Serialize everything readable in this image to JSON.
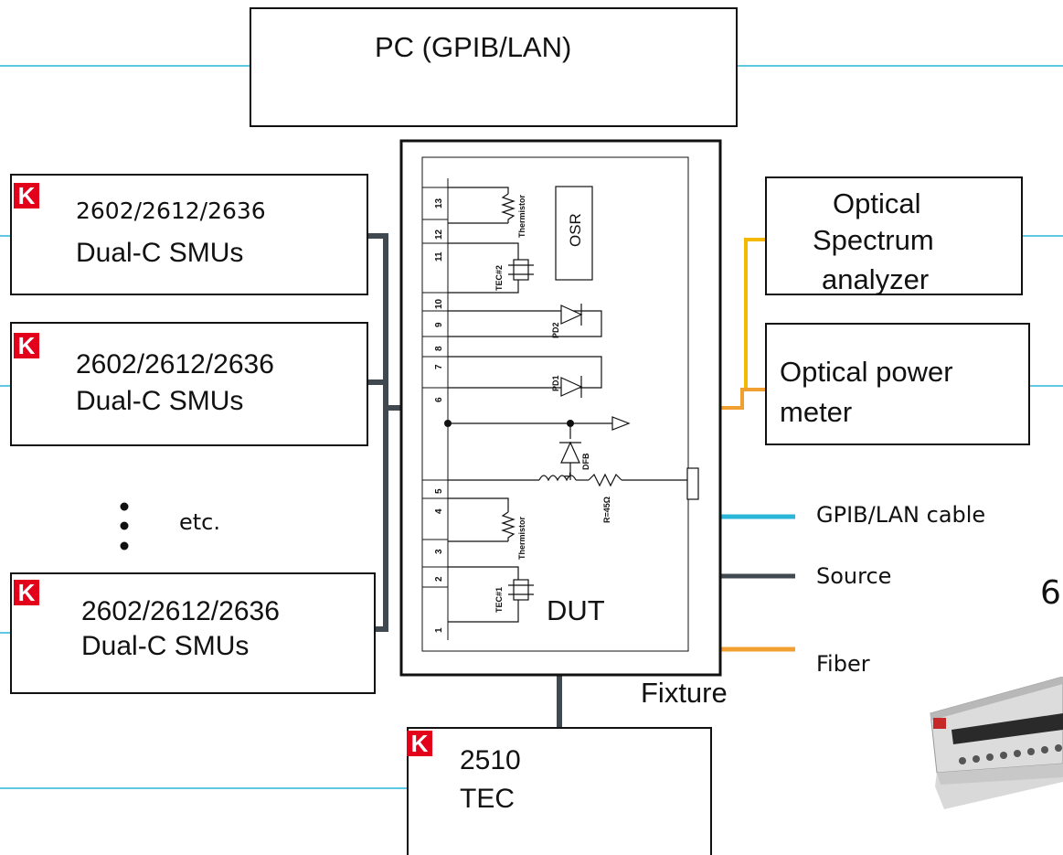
{
  "pc": {
    "label": "PC (GPIB/LAN)"
  },
  "smus": [
    {
      "logo": "K",
      "model": "2602/2612/2636",
      "name": "Dual-C SMUs"
    },
    {
      "logo": "K",
      "model": "2602/2612/2636",
      "name": "Dual-C SMUs"
    },
    {
      "logo": "K",
      "model": "2602/2612/2636",
      "name": "Dual-C SMUs"
    }
  ],
  "etc": "etc.",
  "osa": {
    "line1": "Optical",
    "line2": "Spectrum",
    "line3": "analyzer"
  },
  "opm": {
    "line1": "Optical power",
    "line2": "meter"
  },
  "tec": {
    "logo": "K",
    "model": "2510",
    "name": "TEC"
  },
  "fixture_label": "Fixture",
  "dut": {
    "label": "DUT",
    "osr": "OSR",
    "thermistor_top": "Thermistor",
    "thermistor_bottom": "Thermistor",
    "tec2": "TEC#2",
    "tec1": "TEC#1",
    "pd2": "PD2",
    "pd1": "PD1",
    "dfb": "DFB",
    "inductor": "L",
    "resistor": "R=45Ω",
    "pins": [
      "13",
      "12",
      "11",
      "10",
      "9",
      "8",
      "7",
      "6",
      "5",
      "4",
      "3",
      "2",
      "1"
    ]
  },
  "legend": {
    "gpib": "GPIB/LAN cable",
    "source": "Source",
    "fiber": "Fiber"
  },
  "page_number_partial": "6",
  "colors": {
    "gpib_cable": "#29b6d9",
    "source_cable": "#404850",
    "fiber_cable": "#f0a030",
    "fiber_osa": "#f5b800",
    "keithley_red": "#e3001b"
  },
  "icons": [
    "keithley-logo-icon",
    "instrument-photo-icon"
  ]
}
